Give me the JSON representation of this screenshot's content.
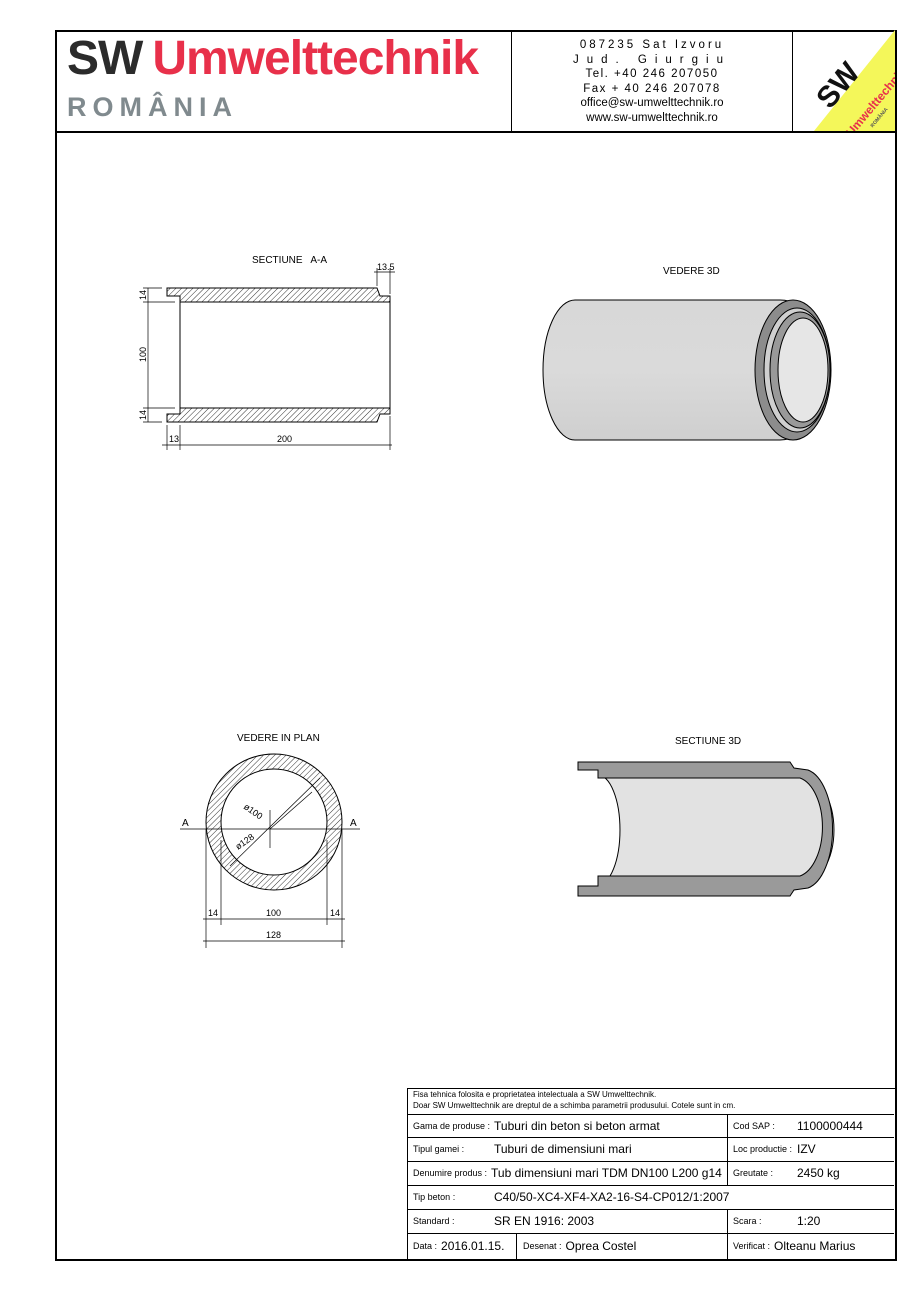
{
  "header": {
    "brand_sw": "SW",
    "brand_name": "Umwelttechnik",
    "country": "ROMÂNIA",
    "address1": "087235 Sat Izvoru",
    "address2": "Jud. Giurgiu",
    "tel": "Tel. +40 246 207050",
    "fax": "Fax + 40 246 207078",
    "email": "office@sw-umwelttechnik.ro",
    "web": "www.sw-umwelttechnik.ro",
    "logo_text": "SW Umwelttechnik ROMÂNIA",
    "colors": {
      "brand_red": "#e8304a",
      "logo_yellow": "#f4f75a",
      "country_grey": "#808a8e"
    }
  },
  "drawings": {
    "section_aa": {
      "title": "SECTIUNE   A-A",
      "dim_wall_top": "14",
      "dim_inner": "100",
      "dim_wall_bottom": "14",
      "dim_bell": "13",
      "dim_length": "200",
      "dim_spigot": "13.5"
    },
    "view_3d": {
      "title": "VEDERE 3D"
    },
    "plan_view": {
      "title": "VEDERE IN PLAN",
      "section_mark_left": "A",
      "section_mark_right": "A",
      "dia_inner": "ø100",
      "dia_outer": "ø128",
      "dim_wall_left": "14",
      "dim_inner": "100",
      "dim_wall_right": "14",
      "dim_outer": "128"
    },
    "section_3d": {
      "title": "SECTIUNE 3D"
    }
  },
  "title_block": {
    "note1": "Fisa tehnica folosita e proprietatea intelectuala a SW Umwelttechnik.",
    "note2": "Doar SW Umwelttechnik are dreptul de a schimba parametrii produsului. Cotele sunt in cm.",
    "gama_label": "Gama de produse :",
    "gama": "Tuburi din beton si beton armat",
    "cod_label": "Cod SAP :",
    "cod": "1100000444",
    "tip_gamei_label": "Tipul gamei :",
    "tip_gamei": "Tuburi de dimensiuni mari",
    "loc_label": "Loc productie :",
    "loc": "IZV",
    "denumire_label": "Denumire produs :",
    "denumire": "Tub dimensiuni mari TDM DN100 L200 g14",
    "greutate_label": "Greutate :",
    "greutate": "2450 kg",
    "tip_beton_label": "Tip beton :",
    "tip_beton": "C40/50-XC4-XF4-XA2-16-S4-CP012/1:2007",
    "standard_label": "Standard :",
    "standard": "SR EN 1916: 2003",
    "scara_label": "Scara :",
    "scara": "1:20",
    "data_label": "Data :",
    "data": "2016.01.15.",
    "desenat_label": "Desenat :",
    "desenat": "Oprea Costel",
    "verificat_label": "Verificat :",
    "verificat": "Olteanu Marius"
  }
}
